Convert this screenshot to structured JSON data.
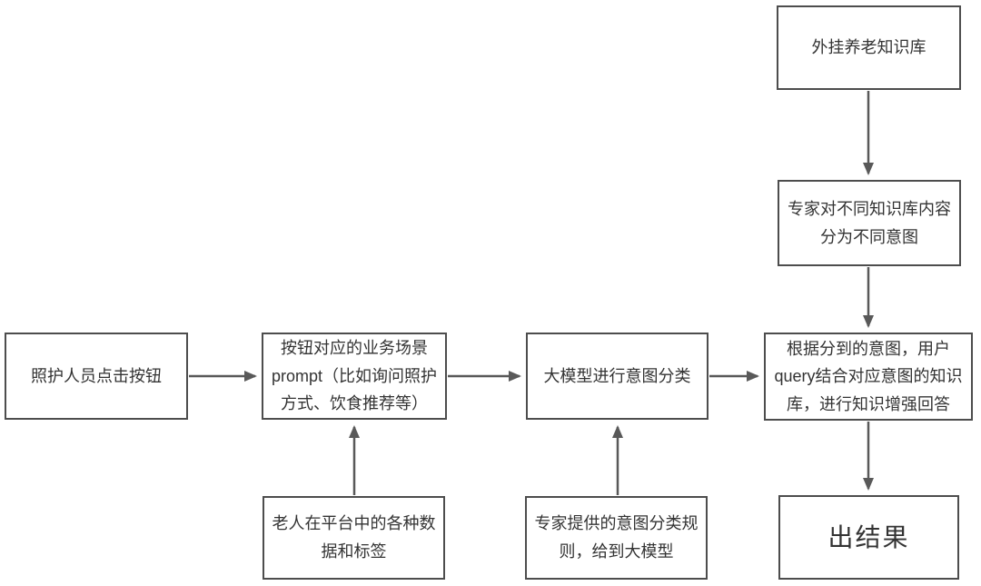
{
  "diagram": {
    "title": "elderly-care-knowledge-rag-flowchart",
    "boxes": {
      "kb": {
        "label": "外挂养老知识库"
      },
      "expert": {
        "label": "专家对不同知识库内容分为不同意图"
      },
      "caregiver": {
        "label": "照护人员点击按钮"
      },
      "prompt": {
        "label": "按钮对应的业务场景 prompt（比如询问照护方式、饮食推荐等）"
      },
      "llm": {
        "label": "大模型进行意图分类"
      },
      "rag": {
        "label": "根据分到的意图，用户query结合对应意图的知识库，进行知识增强回答"
      },
      "elder": {
        "label": "老人在平台中的各种数据和标签"
      },
      "rules": {
        "label": "专家提供的意图分类规则，给到大模型"
      },
      "result": {
        "label": "出结果"
      }
    },
    "colors": {
      "border": "#4d4d4d",
      "text": "#333333",
      "arrow": "#595959",
      "background": "#ffffff"
    }
  }
}
